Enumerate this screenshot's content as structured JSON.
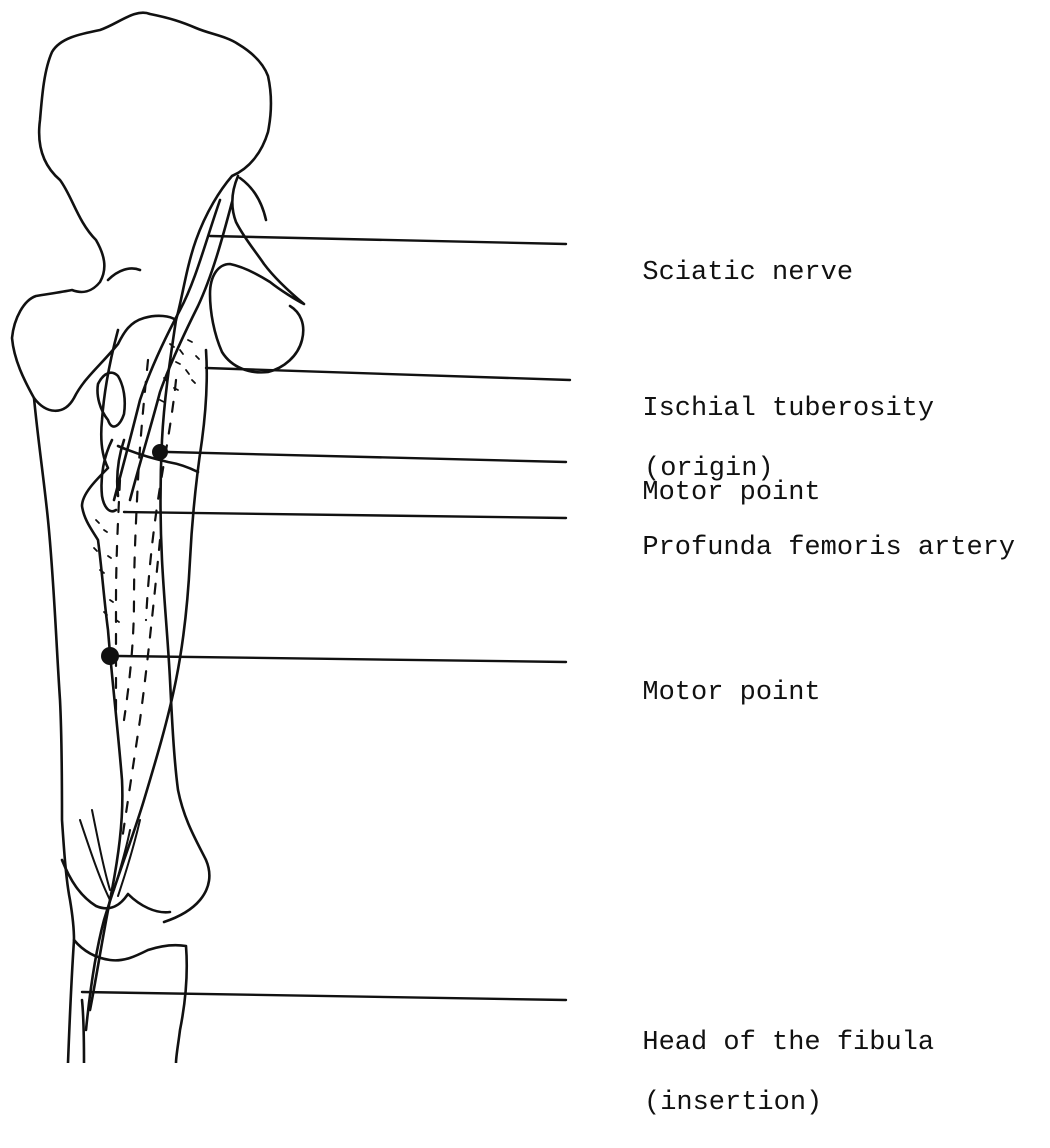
{
  "labels": {
    "sciatic_nerve": "Sciatic nerve",
    "ischial_tuberosity": "Ischial tuberosity",
    "ischial_tuberosity_note": "(origin)",
    "motor_point_upper": "Motor point",
    "profunda_femoris_artery": "Profunda femoris artery",
    "motor_point_lower": "Motor point",
    "head_of_fibula": "Head of the fibula",
    "head_of_fibula_note": "(insertion)"
  },
  "colors": {
    "ink": "#111111",
    "paper": "#ffffff"
  }
}
